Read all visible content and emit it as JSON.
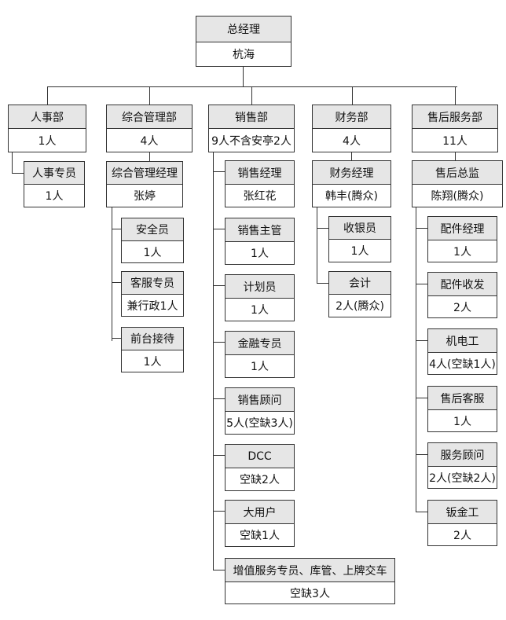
{
  "ceo": {
    "title": "总经理",
    "value": "杭海"
  },
  "departments": [
    {
      "title": "人事部",
      "value": "1人"
    },
    {
      "title": "综合管理部",
      "value": "4人"
    },
    {
      "title": "销售部",
      "value": "9人不含安亭2人"
    },
    {
      "title": "财务部",
      "value": "4人"
    },
    {
      "title": "售后服务部",
      "value": "11人"
    }
  ],
  "hr": [
    {
      "title": "人事专员",
      "value": "1人"
    }
  ],
  "admin_manager": {
    "title": "综合管理经理",
    "value": "张婷"
  },
  "admin": [
    {
      "title": "安全员",
      "value": "1人"
    },
    {
      "title": "客服专员",
      "value": "兼行政1人"
    },
    {
      "title": "前台接待",
      "value": "1人"
    }
  ],
  "sales": [
    {
      "title": "销售经理",
      "value": "张红花"
    },
    {
      "title": "销售主管",
      "value": "1人"
    },
    {
      "title": "计划员",
      "value": "1人"
    },
    {
      "title": "金融专员",
      "value": "1人"
    },
    {
      "title": "销售顾问",
      "value": "5人(空缺3人)"
    },
    {
      "title": "DCC",
      "value": "空缺2人"
    },
    {
      "title": "大用户",
      "value": "空缺1人"
    },
    {
      "title": "增值服务专员、库管、上牌交车",
      "value": "空缺3人"
    }
  ],
  "finance_manager": {
    "title": "财务经理",
    "value": "韩丰(腾众)"
  },
  "finance": [
    {
      "title": "收银员",
      "value": "1人"
    },
    {
      "title": "会计",
      "value": "2人(腾众)"
    }
  ],
  "service_director": {
    "title": "售后总监",
    "value": "陈翔(腾众)"
  },
  "service": [
    {
      "title": "配件经理",
      "value": "1人"
    },
    {
      "title": "配件收发",
      "value": "2人"
    },
    {
      "title": "机电工",
      "value": "4人(空缺1人)"
    },
    {
      "title": "售后客服",
      "value": "1人"
    },
    {
      "title": "服务顾问",
      "value": "2人(空缺2人)"
    },
    {
      "title": "钣金工",
      "value": "2人"
    }
  ]
}
